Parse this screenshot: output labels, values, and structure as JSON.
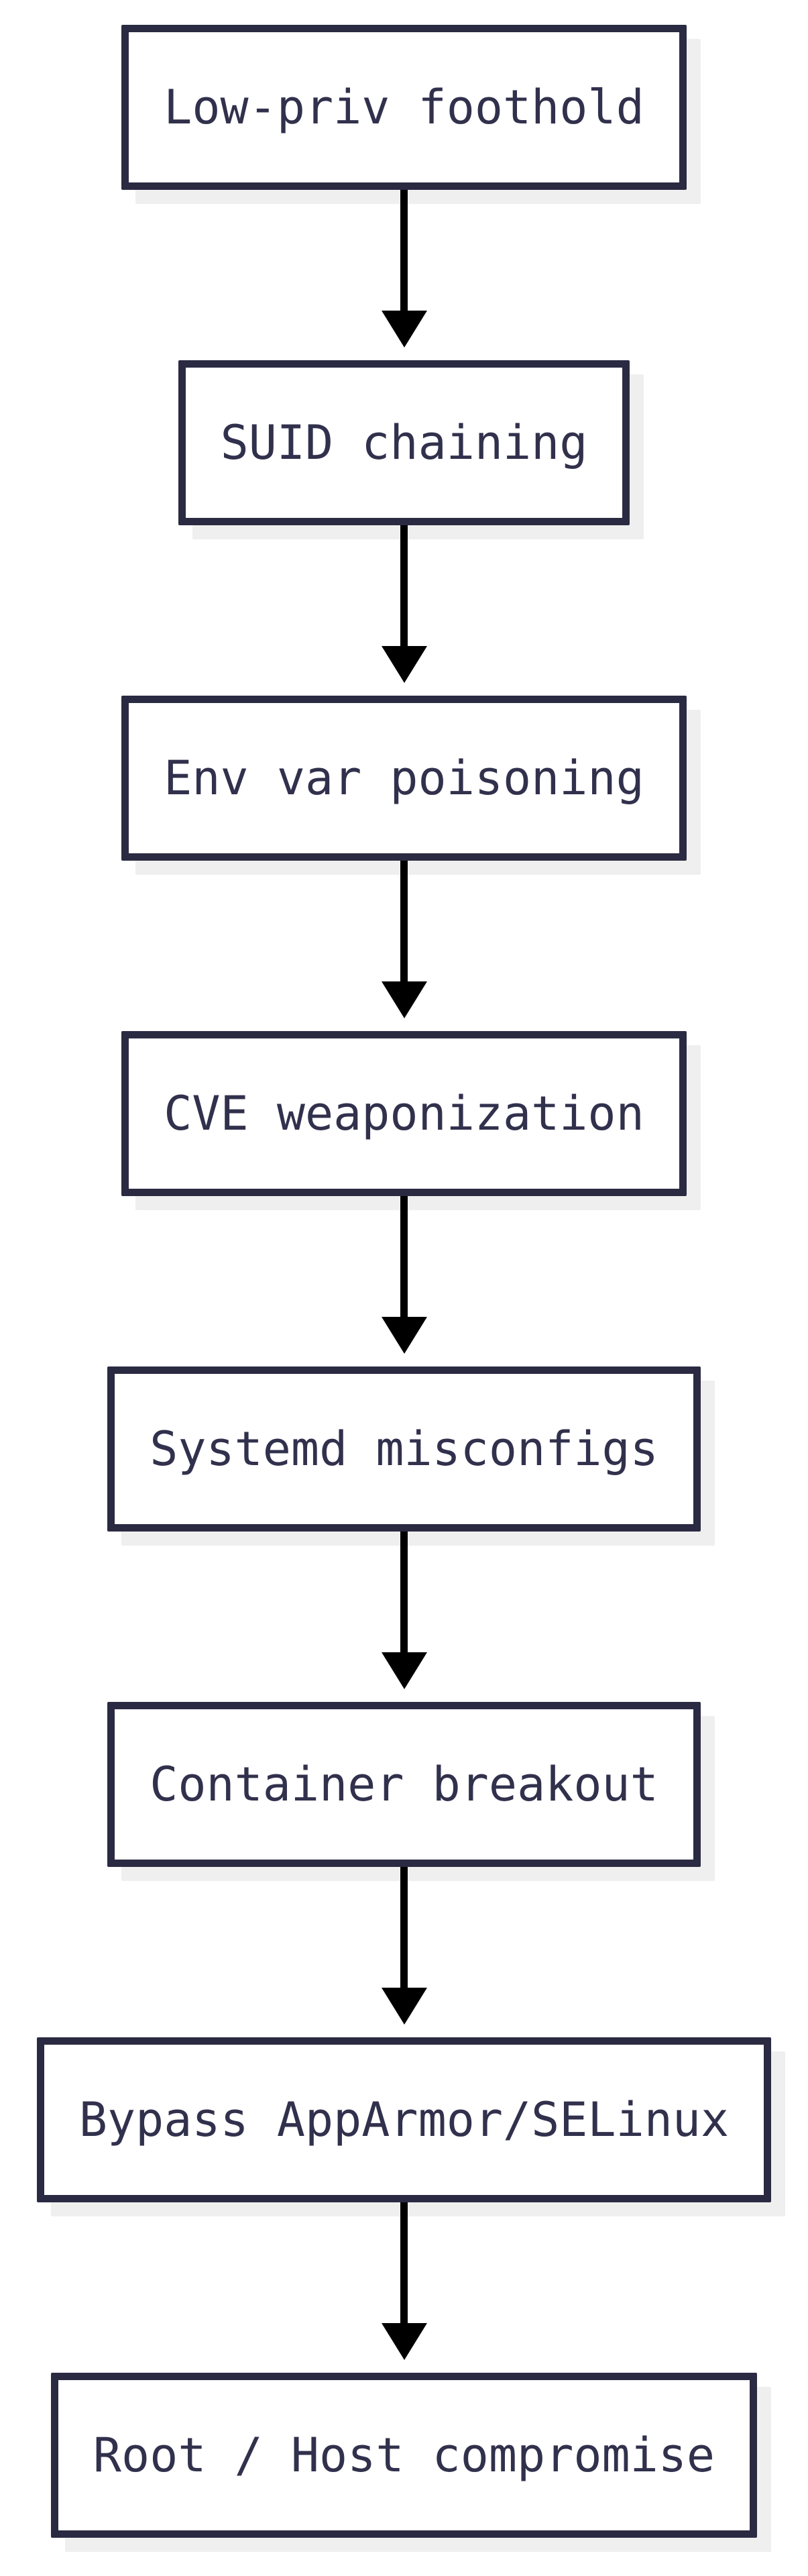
{
  "flowchart": {
    "type": "flowchart",
    "direction": "top-down",
    "steps": [
      {
        "id": "low-priv-foothold",
        "label": "Low-priv foothold"
      },
      {
        "id": "suid-chaining",
        "label": "SUID chaining"
      },
      {
        "id": "env-var-poisoning",
        "label": "Env var poisoning"
      },
      {
        "id": "cve-weaponization",
        "label": "CVE weaponization"
      },
      {
        "id": "systemd-misconfigs",
        "label": "Systemd misconfigs"
      },
      {
        "id": "container-breakout",
        "label": "Container breakout"
      },
      {
        "id": "bypass-apparmor-selinux",
        "label": "Bypass AppArmor/SELinux"
      },
      {
        "id": "root-host-compromise",
        "label": "Root / Host compromise"
      }
    ],
    "colors": {
      "node_border": "#2a2a42",
      "node_text": "#31314d",
      "node_fill": "#ffffff",
      "shadow": "#efefef",
      "edge": "#000000",
      "page_bg": "#ffffff"
    }
  }
}
